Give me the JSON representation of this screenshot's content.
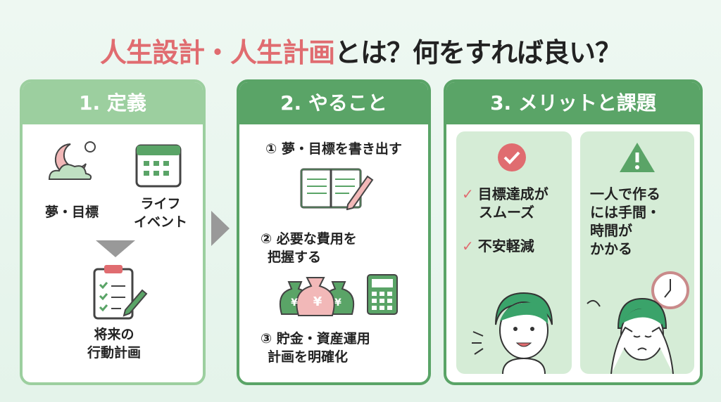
{
  "title": {
    "highlight": "人生設計・人生計画",
    "rest": "とは？何をすれば良い？"
  },
  "colors": {
    "accent_pink": "#e06c70",
    "green_dark": "#5aa467",
    "green_light": "#9ccf9f",
    "card_bg": "#d5ecd6"
  },
  "panel1": {
    "header": "1. 定義",
    "dream_label": "夢・目標",
    "life_event_label_1": "ライフ",
    "life_event_label_2": "イベント",
    "plan_label_1": "将来の",
    "plan_label_2": "行動計画"
  },
  "panel2": {
    "header": "2. やること",
    "step1": "① 夢・目標を書き出す",
    "step2_1": "② 必要な費用を",
    "step2_2": "把握する",
    "currency": "¥",
    "step3_1": "③ 貯金・資産運用",
    "step3_2": "計画を明確化"
  },
  "panel3": {
    "header": "3. メリットと課題",
    "merit_items": [
      "目標達成が\nスムーズ",
      "不安軽減"
    ],
    "merit1_1": "目標達成が",
    "merit1_2": "スムーズ",
    "merit2": "不安軽減",
    "check": "✓",
    "issue_1": "一人で作る",
    "issue_2": "には手間・",
    "issue_3": "時間が",
    "issue_4": "かかる"
  }
}
